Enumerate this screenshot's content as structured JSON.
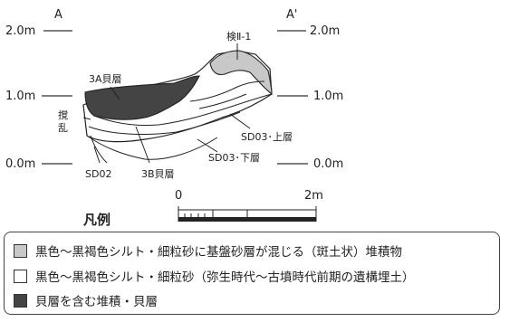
{
  "section": {
    "point_left": "A",
    "point_right": "A'",
    "elevations": {
      "left_2m": "2.0m",
      "left_1m": "1.0m",
      "left_0m": "0.0m",
      "right_2m": "2.0m",
      "right_1m": "1.0m",
      "right_0m": "0.0m"
    },
    "labels": {
      "ken": "検Ⅱ-1",
      "shell_3a": "3A貝層",
      "disturbed_1": "撹",
      "disturbed_2": "乱",
      "sd03_upper": "SD03･上層",
      "sd03_lower": "SD03･下層",
      "sd02": "SD02",
      "shell_3b": "3B貝層"
    }
  },
  "scale": {
    "zero": "0",
    "two": "2m"
  },
  "legend": {
    "title": "凡例",
    "items": [
      {
        "text": "黒色〜黒褐色シルト・細粒砂に基盤砂層が混じる（斑土状）堆積物",
        "color": "#c8c8c8"
      },
      {
        "text": "黒色〜黒褐色シルト・細粒砂（弥生時代〜古墳時代前期の遺構埋土）",
        "color": "#ffffff"
      },
      {
        "text": "貝層を含む堆積・貝層",
        "color": "#444444"
      }
    ]
  }
}
